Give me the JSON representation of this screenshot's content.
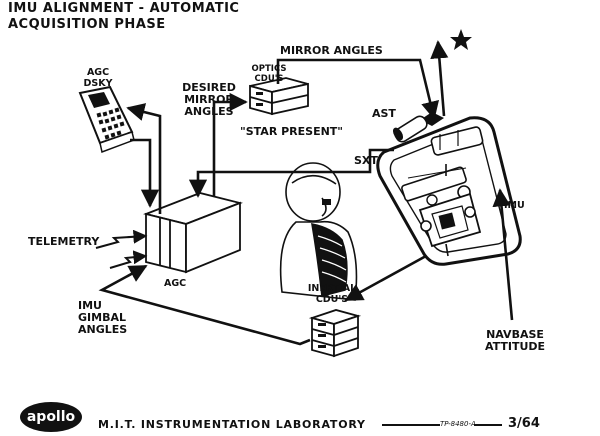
{
  "title": {
    "line1": "IMU ALIGNMENT - AUTOMATIC",
    "line2": "ACQUISITION PHASE"
  },
  "labels": {
    "agc_dsky": [
      "AGC",
      "DSKY"
    ],
    "optics_cdus": [
      "OPTICS",
      "CDU'S"
    ],
    "mirror_angles": "MIRROR ANGLES",
    "desired_mirror_angles": [
      "DESIRED",
      "MIRROR",
      "ANGLES"
    ],
    "star_present": "\"STAR PRESENT\"",
    "ast": "AST",
    "sxt": "SXT",
    "imu": "IMU",
    "telemetry": "TELEMETRY",
    "agc": "AGC",
    "imu_gimbal_angles": [
      "IMU",
      "GIMBAL",
      "ANGLES"
    ],
    "inertial_cdus": [
      "INERTIAL",
      "CDU'S"
    ],
    "navbase_attitude": [
      "NAVBASE",
      "ATTITUDE"
    ]
  },
  "footer": {
    "logo": "apollo",
    "lab": "M.I.T. INSTRUMENTATION LABORATORY",
    "doc_number": "TP-8480-A",
    "page": "3/64"
  },
  "icons": [
    "star-icon",
    "astronaut-figure",
    "navbase-assembly",
    "dsky-keypad",
    "agc-computer-box",
    "optics-cdu-box",
    "inertial-cdu-box"
  ]
}
